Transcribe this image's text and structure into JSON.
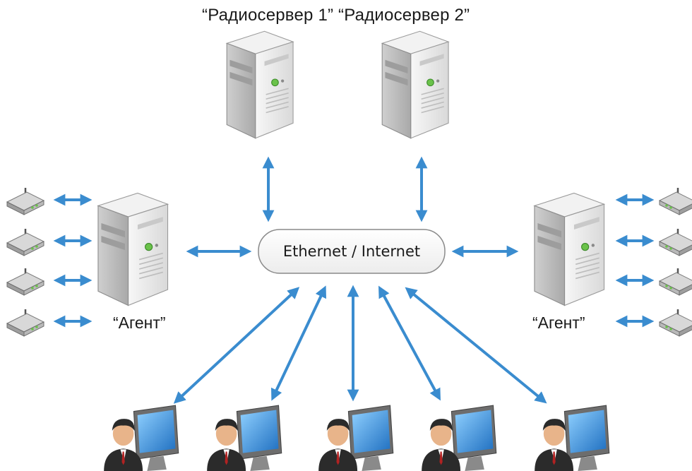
{
  "title": {
    "server_labels": "“Радиосервер 1” “Радиосервер 2”"
  },
  "hub": {
    "label": "Ethernet / Internet"
  },
  "agents": {
    "left_label": "“Агент”",
    "right_label": "“Агент”"
  },
  "nodes": {
    "servers": 2,
    "agents": 2,
    "routers_per_agent": 4,
    "workstations": 5
  },
  "colors": {
    "arrow": "#3a8ccf",
    "hub_border": "#8a8a8a",
    "server_body": "#e9e9e9",
    "router_body": "#bdbdbd",
    "router_led": "#6ac24a",
    "monitor_screen": "#2e86d6",
    "user_suit": "#2b2b2b"
  },
  "icons": [
    "server-icon",
    "router-icon",
    "user-workstation-icon",
    "double-arrow-icon"
  ]
}
